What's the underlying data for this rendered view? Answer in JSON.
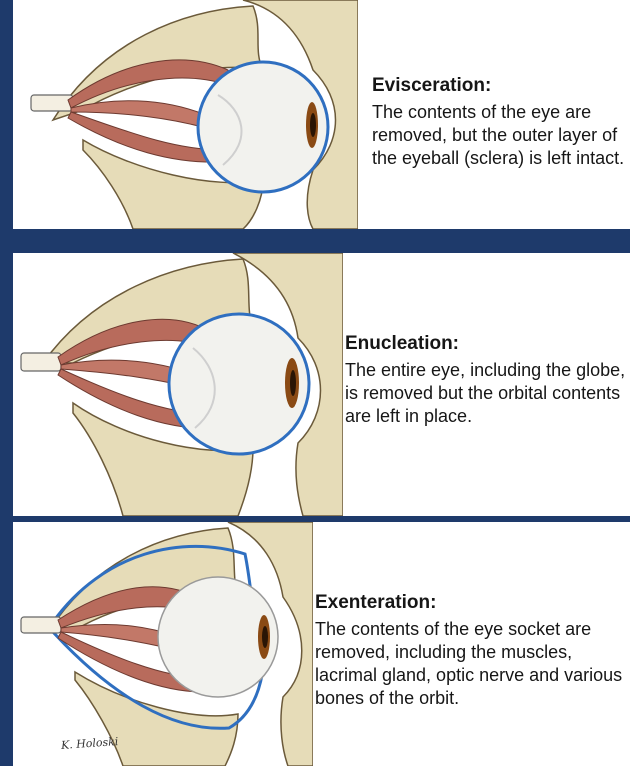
{
  "panels": [
    {
      "title": "Evisceration:",
      "body": "The contents of the eye are removed, but the outer layer of the eyeball (sclera) is left intact."
    },
    {
      "title": "Enucleation:",
      "body": "The entire eye, including the globe, is removed but the orbital contents are left in place."
    },
    {
      "title": "Exenteration:",
      "body": "The contents of the eye socket are removed, including the muscles, lacrimal gland, optic nerve and various bones of the orbit."
    }
  ],
  "signature": "K. Holoski",
  "colors": {
    "frame": "#1e3a6b",
    "outline": "#2f6fc0",
    "muscle": "#b86b5c",
    "bone": "#e6dcb8",
    "iris": "#8a4a14"
  }
}
